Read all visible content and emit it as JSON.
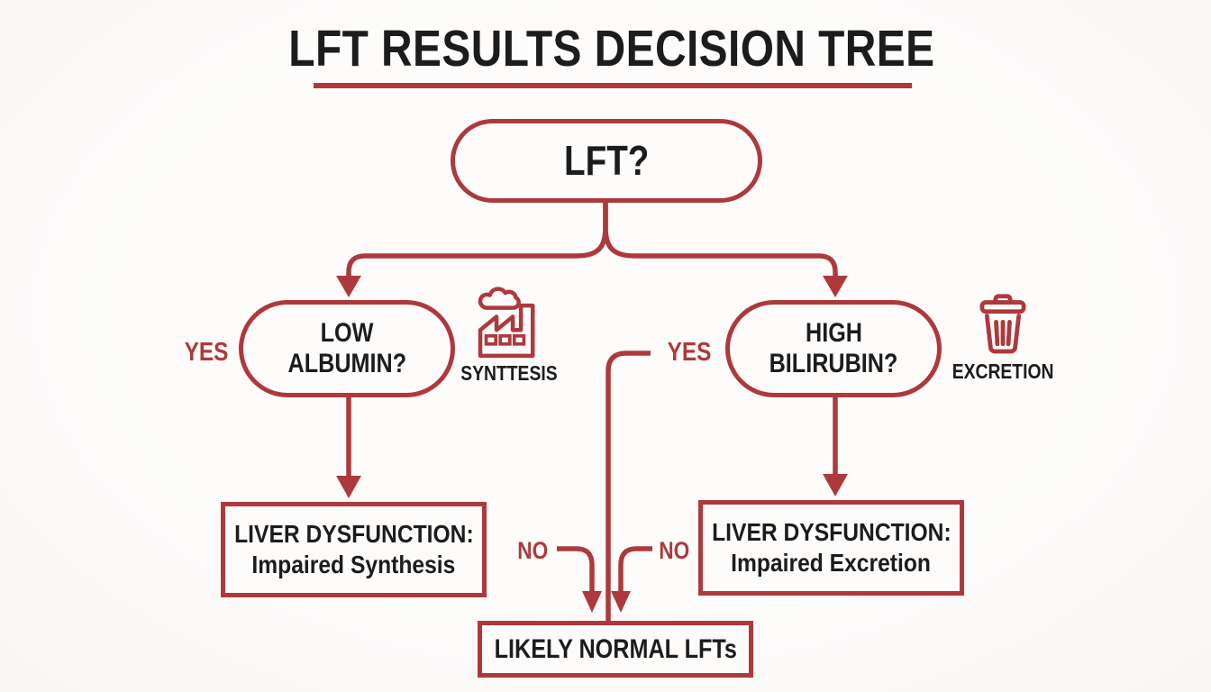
{
  "colors": {
    "accent_red": "#ae393c",
    "text_black": "#1c1c1c",
    "background": "#fbfaf9"
  },
  "title": {
    "text": "LFT RESULTS DECISION TREE"
  },
  "nodes": {
    "root": {
      "label": "LFT?"
    },
    "low_albumin": {
      "line1": "LOW",
      "line2": "ALBUMIN?"
    },
    "high_bilirubin": {
      "line1": "HIGH",
      "line2": "BILIRUBIN?"
    },
    "synthesis_outcome": {
      "line1": "LIVER DYSFUNCTION:",
      "line2": "Impaired Synthesis"
    },
    "excretion_outcome": {
      "line1": "LIVER DYSFUNCTION:",
      "line2": "Impaired Excretion"
    },
    "normal_outcome": {
      "label": "LIKELY NORMAL LFTs"
    }
  },
  "edge_labels": {
    "yes_left": "YES",
    "yes_right": "YES",
    "no_left": "NO",
    "no_right": "NO"
  },
  "icons": {
    "synthesis": {
      "name": "factory-icon",
      "caption": "SYNTTESIS"
    },
    "excretion": {
      "name": "trash-icon",
      "caption": "EXCRETION"
    }
  }
}
